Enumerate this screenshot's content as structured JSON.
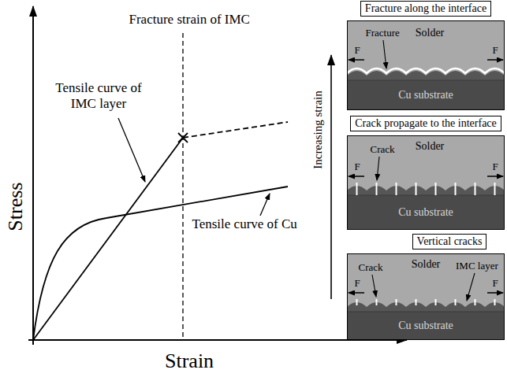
{
  "diagram": {
    "nodes": [
      {
        "text": [
          "Fracture along the interface"
        ]
      },
      {
        "text": [
          "Solder"
        ],
        "in": 0
      },
      {
        "text": [
          "Cu substrate"
        ],
        "in": 0
      },
      {
        "text": [
          "Crack propagate to the interface"
        ]
      },
      {
        "text": [
          "Solder"
        ],
        "in": 3
      },
      {
        "text": [
          "Cu substrate"
        ],
        "in": 3
      },
      {
        "text": [
          "Vertical cracks"
        ]
      },
      {
        "text": [
          "Solder"
        ],
        "in": 6
      },
      {
        "text": [
          "Cu substrate"
        ],
        "in": 6
      }
    ],
    "labels": [
      "Stress",
      "Strain",
      "Fracture strain of IMC",
      "Tensile curve of IMC layer",
      "Tensile curve of Cu",
      "Increasing strain",
      "Fracture",
      "F",
      "F",
      "Crack",
      "F",
      "F",
      "Crack",
      "IMC layer",
      "F",
      "F"
    ]
  }
}
